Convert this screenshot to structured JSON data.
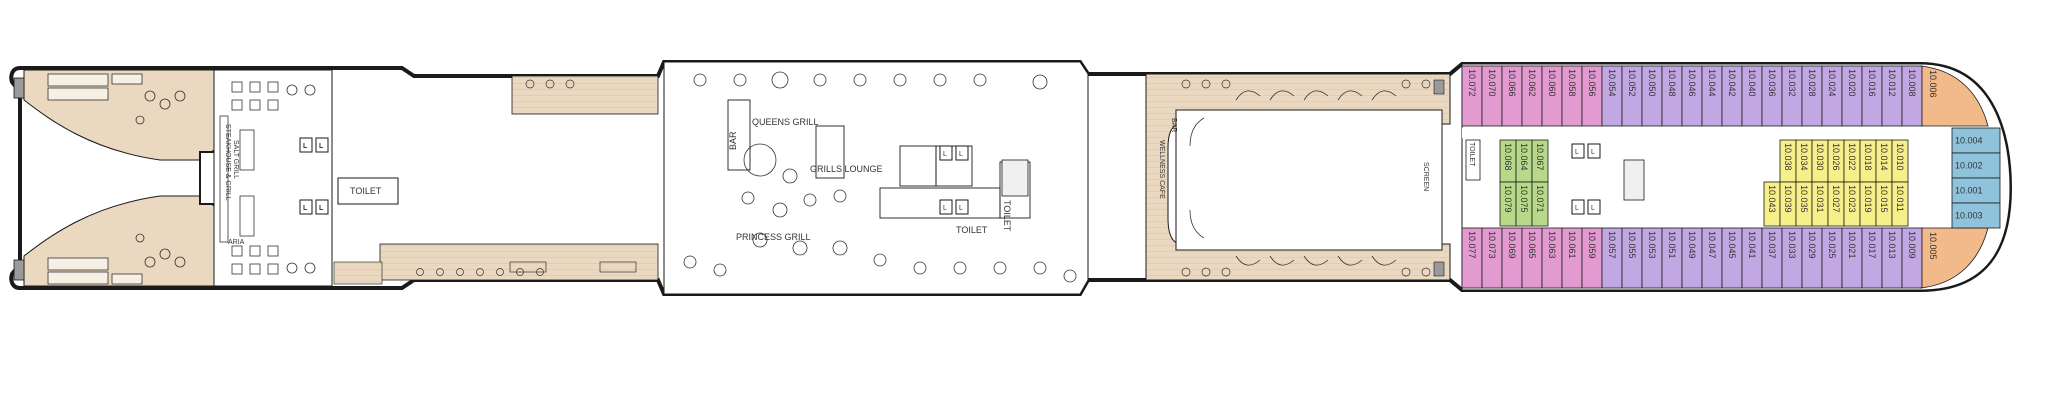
{
  "colors": {
    "outline": "#1a1a1a",
    "deck_wood": "#ead9c0",
    "fwd_orange": "#f2b98a",
    "public_fill": "#ffffff",
    "cabin_pink": "#e39ad0",
    "cabin_purple": "#c2a8e3",
    "cabin_yellow": "#f7ef8a",
    "cabin_green": "#b9d98a",
    "cabin_blue": "#8fc3dc"
  },
  "venues": {
    "steakhouse": "STEAKHOUSE & GRILL",
    "salt_grill": "SALT GRILL",
    "aria": "ARIA",
    "toilet_aft": "TOILET",
    "bar_grills": "BAR",
    "queens_grill": "QUEENS GRILL",
    "grills_lounge": "GRILLS LOUNGE",
    "princess_grill": "PRINCESS GRILL",
    "toilet_mid_a": "TOILET",
    "toilet_mid_b": "TOILET",
    "bar_fwd": "BAR",
    "wellness_cafe": "WELLNESS CAFE",
    "screen": "SCREEN",
    "toilet_fwd": "TOILET"
  },
  "cabins": {
    "port_pink": [
      "10.072",
      "10.070",
      "10.066",
      "10.062",
      "10.060",
      "10.058",
      "10.056"
    ],
    "port_purple": [
      "10.054",
      "10.052",
      "10.050",
      "10.048",
      "10.046",
      "10.044",
      "10.042",
      "10.040",
      "10.036",
      "10.032",
      "10.028",
      "10.024",
      "10.020",
      "10.016",
      "10.012",
      "10.008"
    ],
    "fwd_port_orange": "10.006",
    "stbd_pink": [
      "10.077",
      "10.073",
      "10.069",
      "10.065",
      "10.063",
      "10.061",
      "10.059"
    ],
    "stbd_purple": [
      "10.057",
      "10.055",
      "10.053",
      "10.051",
      "10.049",
      "10.047",
      "10.045",
      "10.041",
      "10.037",
      "10.033",
      "10.029",
      "10.025",
      "10.021",
      "10.017",
      "10.013",
      "10.009"
    ],
    "fwd_stbd_orange": "10.005",
    "inner_green_port": [
      "10.068",
      "10.064",
      "10.067"
    ],
    "inner_green_stbd": [
      "10.079",
      "10.075",
      "10.071"
    ],
    "inner_yellow_port": [
      "10.038",
      "10.034",
      "10.030",
      "10.026",
      "10.022",
      "10.018",
      "10.014",
      "10.010"
    ],
    "inner_yellow_stbd": [
      "10.043",
      "10.039",
      "10.035",
      "10.031",
      "10.027",
      "10.023",
      "10.019",
      "10.015",
      "10.011"
    ],
    "fwd_blue": [
      "10.004",
      "10.002",
      "10.001",
      "10.003"
    ]
  }
}
